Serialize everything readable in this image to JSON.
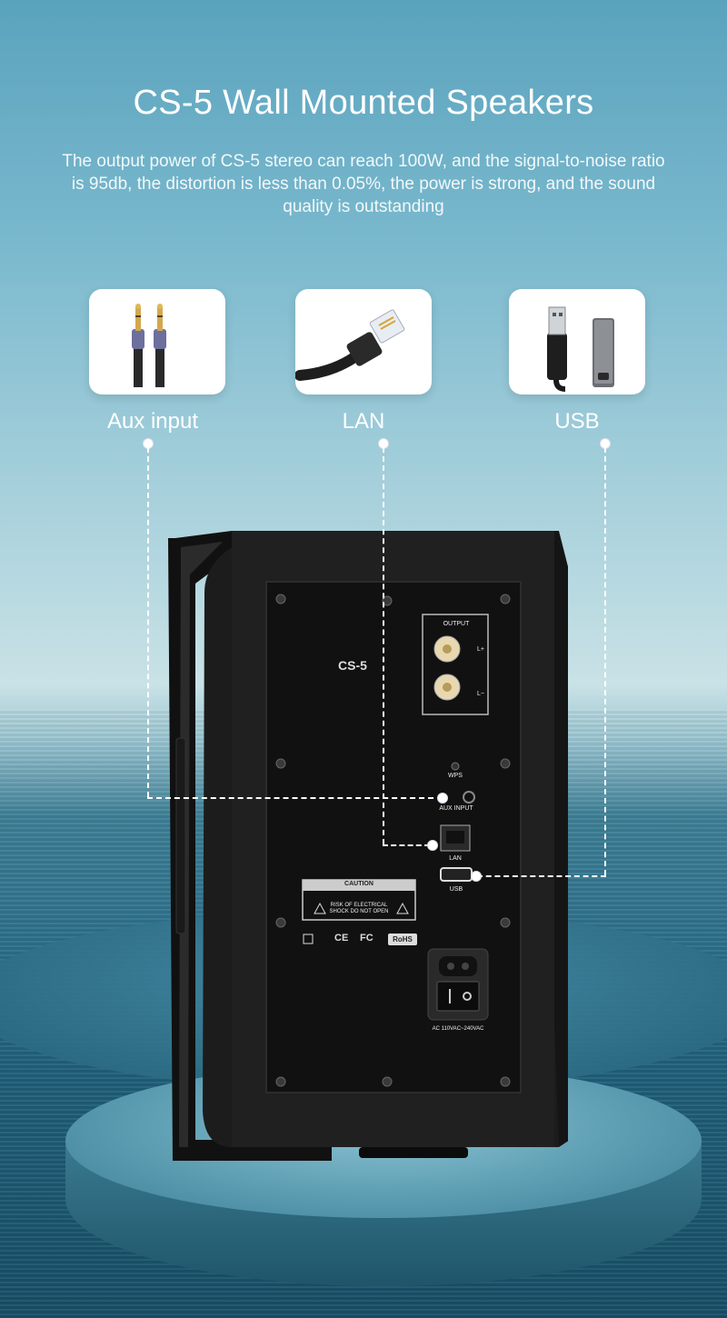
{
  "header": {
    "title": "CS-5 Wall Mounted Speakers",
    "subtitle": "The output power of CS-5 stereo can reach 100W, and the signal-to-noise ratio is 95db, the distortion is less than 0.05%, the power is strong, and the sound quality is outstanding"
  },
  "features": [
    {
      "label": "Aux input",
      "icon": "aux-cable-icon"
    },
    {
      "label": "LAN",
      "icon": "lan-cable-icon"
    },
    {
      "label": "USB",
      "icon": "usb-drive-icon"
    }
  ],
  "speaker": {
    "model": "CS-5",
    "output_label": "OUTPUT",
    "l_plus": "L+",
    "l_minus": "L−",
    "wps": "WPS",
    "aux_input": "AUX INPUT",
    "lan": "LAN",
    "usb": "USB",
    "caution_title": "CAUTION",
    "caution_line1": "RISK OF ELECTRICAL",
    "caution_line2": "SHOCK DO NOT OPEN",
    "cert_ce": "CE",
    "cert_fc": "FC",
    "cert_rohs": "RoHS",
    "power_rating": "AC 110VAC~240VAC"
  }
}
